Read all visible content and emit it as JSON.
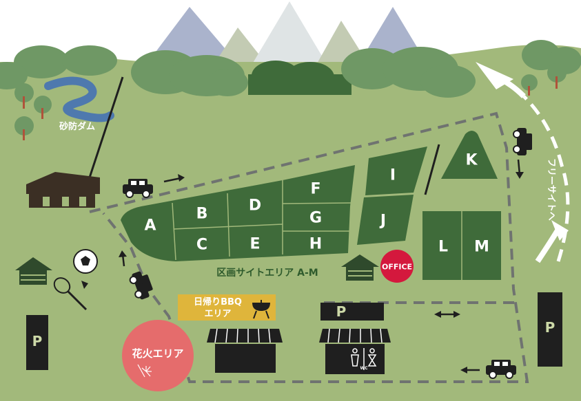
{
  "colors": {
    "field": "#a2b97b",
    "site": "#3f6b3a",
    "forest": "#6f9865",
    "forest_dark": "#3f6b3a",
    "mountain_blue": "#aab3cc",
    "mountain_grey": "#c3cbb3",
    "mountain_white": "#dfe4e5",
    "path": "#6f7370",
    "office": "#d4183d",
    "bbq_area": "#dfb53b",
    "fireworks": "#e56c6c",
    "river": "#4e79ae"
  },
  "labels": {
    "dam": "砂防ダム",
    "free_site": "フリーサイトへ",
    "site_area": "区画サイトエリア A-M",
    "office": "OFFICE",
    "bbq_line1": "日帰りBBQ",
    "bbq_line2": "エリア",
    "fireworks": "花火エリア",
    "wc": "WC"
  },
  "sites": [
    "A",
    "B",
    "C",
    "D",
    "E",
    "F",
    "G",
    "H",
    "I",
    "J",
    "K",
    "L",
    "M"
  ],
  "parking": [
    "P",
    "P",
    "P"
  ],
  "icons": [
    "mountain-icon",
    "tree-icon",
    "car-icon",
    "arrow-icon",
    "cabin-icon",
    "soccer-ball-icon",
    "badminton-icon",
    "bbq-grill-icon",
    "sparkler-icon",
    "shop-icon",
    "toilet-icon"
  ]
}
